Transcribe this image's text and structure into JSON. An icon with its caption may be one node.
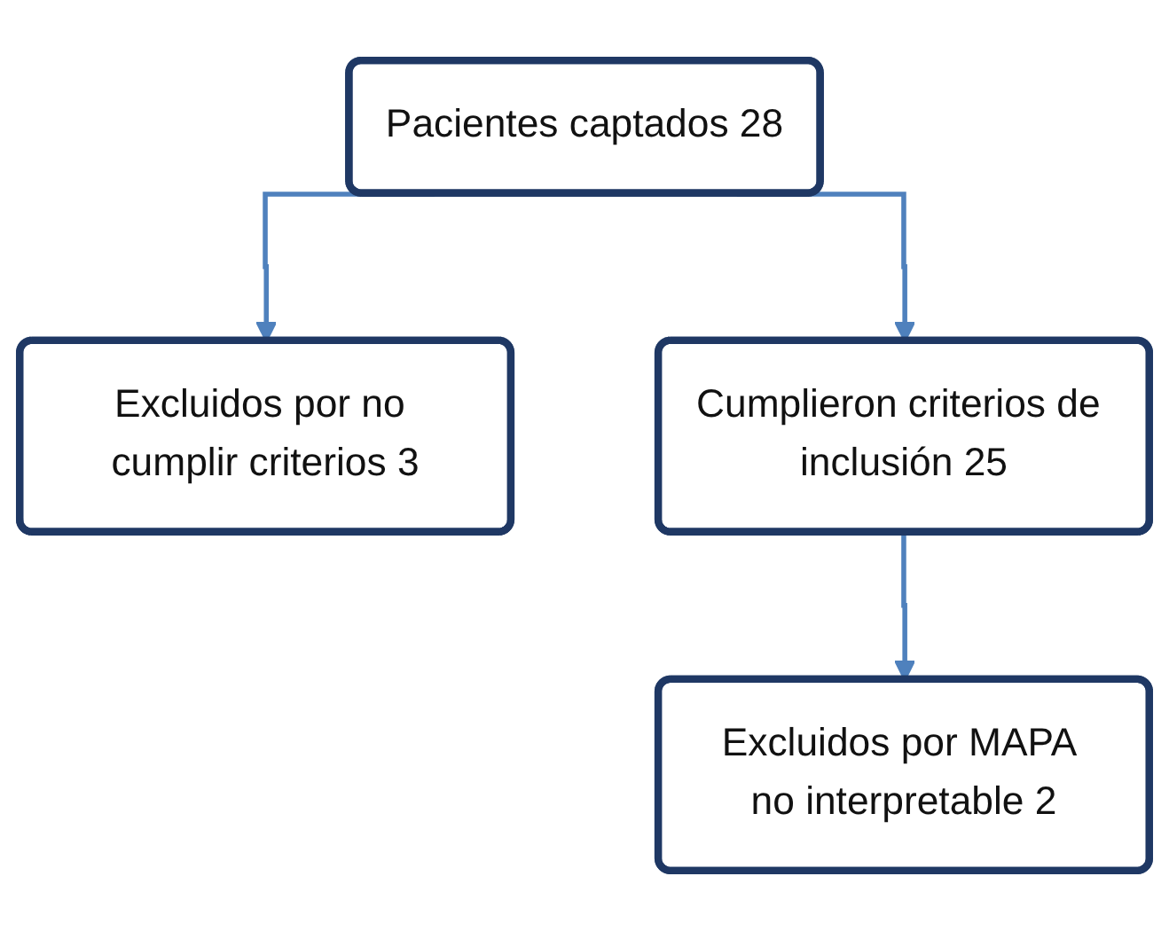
{
  "diagram": {
    "nodes": [
      {
        "text": [
          "Pacientes captados 28"
        ]
      },
      {
        "text": [
          "Excluidos por no cumplir criterios 3"
        ]
      },
      {
        "text": [
          "Cumplieron criterios de inclusión 25"
        ]
      },
      {
        "text": [
          "Excluidos por MAPA no interpretable 2"
        ]
      }
    ],
    "edges": [
      {
        "from": 0,
        "to": 2,
        "arrow": "to"
      },
      {
        "from": 0,
        "to": 1,
        "arrow": "to"
      },
      {
        "from": 2,
        "to": 3,
        "arrow": "to"
      }
    ]
  }
}
